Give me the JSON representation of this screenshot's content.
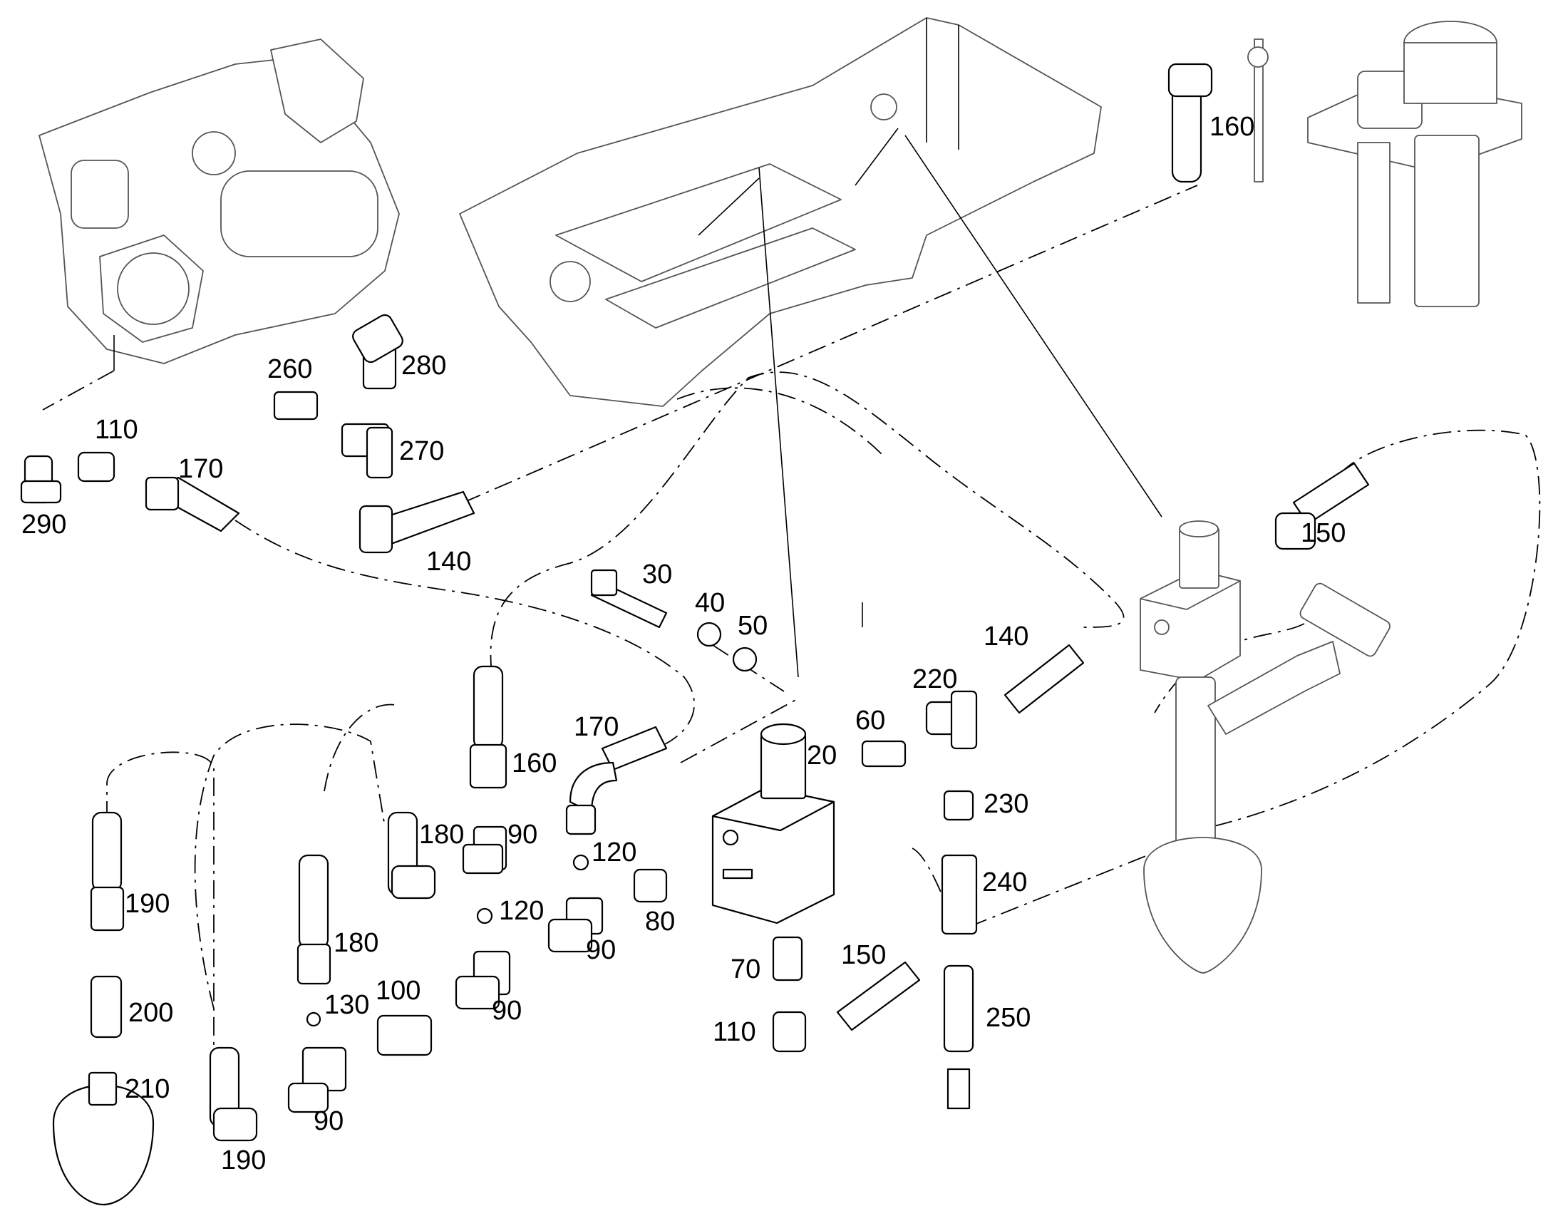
{
  "diagram": {
    "callouts": [
      {
        "id": "c20",
        "label": "20"
      },
      {
        "id": "c30",
        "label": "30"
      },
      {
        "id": "c40",
        "label": "40"
      },
      {
        "id": "c50",
        "label": "50"
      },
      {
        "id": "c60",
        "label": "60"
      },
      {
        "id": "c70",
        "label": "70"
      },
      {
        "id": "c80",
        "label": "80"
      },
      {
        "id": "c90a",
        "label": "90"
      },
      {
        "id": "c90b",
        "label": "90"
      },
      {
        "id": "c90c",
        "label": "90"
      },
      {
        "id": "c90d",
        "label": "90"
      },
      {
        "id": "c100",
        "label": "100"
      },
      {
        "id": "c110a",
        "label": "110"
      },
      {
        "id": "c110b",
        "label": "110"
      },
      {
        "id": "c120a",
        "label": "120"
      },
      {
        "id": "c120b",
        "label": "120"
      },
      {
        "id": "c130",
        "label": "130"
      },
      {
        "id": "c140a",
        "label": "140"
      },
      {
        "id": "c140b",
        "label": "140"
      },
      {
        "id": "c150a",
        "label": "150"
      },
      {
        "id": "c150b",
        "label": "150"
      },
      {
        "id": "c160a",
        "label": "160"
      },
      {
        "id": "c160b",
        "label": "160"
      },
      {
        "id": "c170a",
        "label": "170"
      },
      {
        "id": "c170b",
        "label": "170"
      },
      {
        "id": "c180a",
        "label": "180"
      },
      {
        "id": "c180b",
        "label": "180"
      },
      {
        "id": "c190a",
        "label": "190"
      },
      {
        "id": "c190b",
        "label": "190"
      },
      {
        "id": "c200",
        "label": "200"
      },
      {
        "id": "c210",
        "label": "210"
      },
      {
        "id": "c220",
        "label": "220"
      },
      {
        "id": "c230",
        "label": "230"
      },
      {
        "id": "c240",
        "label": "240"
      },
      {
        "id": "c250",
        "label": "250"
      },
      {
        "id": "c260",
        "label": "260"
      },
      {
        "id": "c270",
        "label": "270"
      },
      {
        "id": "c280",
        "label": "280"
      },
      {
        "id": "c290",
        "label": "290"
      }
    ]
  }
}
